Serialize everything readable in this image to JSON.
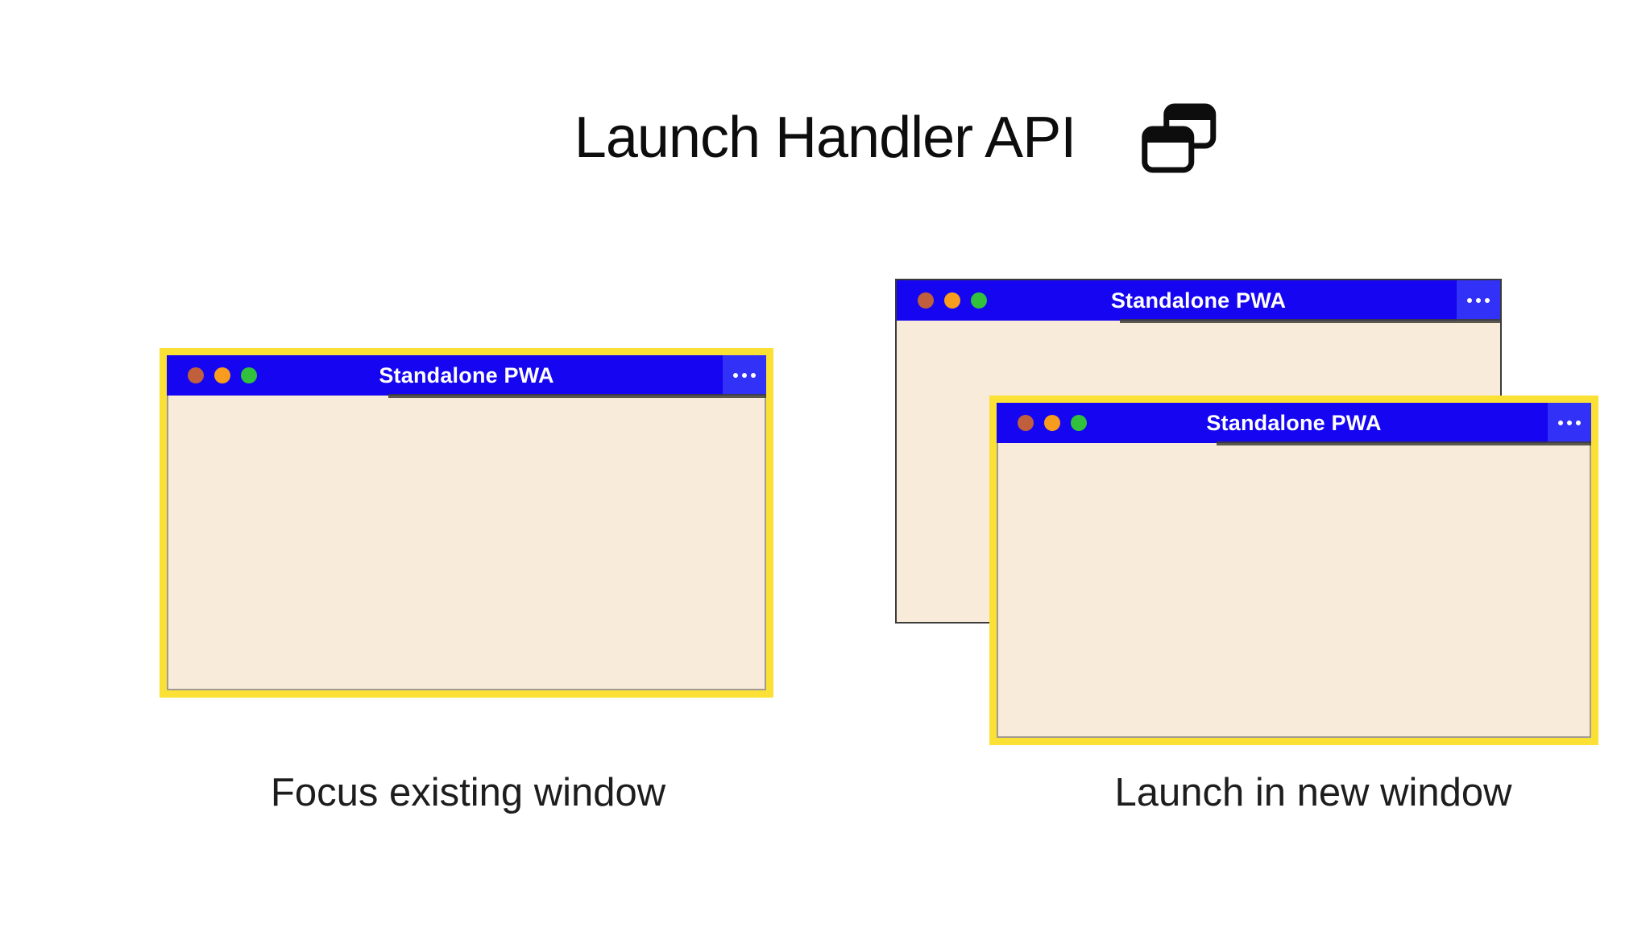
{
  "header": {
    "title": "Launch Handler API",
    "icon": "overlapping-windows"
  },
  "windows": [
    {
      "position": "left",
      "title": "Standalone PWA",
      "highlight": "yellow",
      "menu_icon": "ellipsis",
      "traffic_lights": [
        "close",
        "minimize",
        "zoom"
      ]
    },
    {
      "position": "back-right",
      "title": "Standalone PWA",
      "highlight": "none",
      "menu_icon": "ellipsis",
      "traffic_lights": [
        "close",
        "minimize",
        "zoom"
      ]
    },
    {
      "position": "front-right",
      "title": "Standalone PWA",
      "highlight": "yellow",
      "menu_icon": "ellipsis",
      "traffic_lights": [
        "close",
        "minimize",
        "zoom"
      ]
    }
  ],
  "captions": [
    {
      "text": "Focus existing window"
    },
    {
      "text": "Launch in new window"
    }
  ],
  "colors": {
    "titlebar_blue": "#1505f0",
    "titlebar_menu_blue": "#3231f7",
    "window_body_cream": "#f8ebd9",
    "highlight_yellow": "#fbe135",
    "traffic_close": "#c05f3c",
    "traffic_minimize": "#f89c1d",
    "traffic_zoom": "#31c13d",
    "back_window_border": "#3b3b3b",
    "caption_text": "#1d1d1d"
  }
}
